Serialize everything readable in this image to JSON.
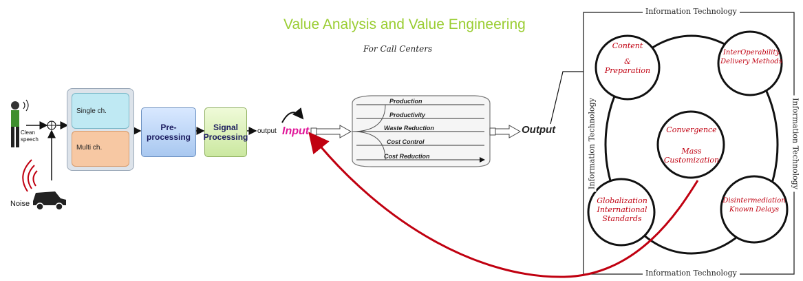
{
  "header": {
    "title": "Value Analysis and Value Engineering",
    "subtitle": "For Call Centers"
  },
  "left_flow": {
    "clean_speech_label": "Clean speech",
    "noise_label": "Noise",
    "single_channel_label": "Single ch.",
    "multi_channel_label": "Multi ch.",
    "preprocessing_label": "Pre-processing",
    "signal_processing_label": "Signal Processing",
    "output_label": "output",
    "input_label": "Input"
  },
  "funnel": {
    "rows": [
      "Production",
      "Productivity",
      "Waste Reduction",
      "Cost Control",
      "Cost Reduction"
    ],
    "output_label": "Output"
  },
  "it_frame": {
    "top_label": "Information Technology",
    "bottom_label": "Information Technology",
    "left_label": "Information Technology",
    "right_label": "Information Technology",
    "circles": {
      "content": [
        "Content",
        "&",
        "Preparation"
      ],
      "interop": [
        "InterOperability",
        "Delivery Methods"
      ],
      "center": [
        "Convergence",
        "Mass Customization"
      ],
      "global": [
        "Globalization",
        "International",
        "Standards"
      ],
      "disinter": [
        "Disintermediation",
        "Known Delays"
      ]
    }
  },
  "colors": {
    "title_green": "#9acd32",
    "accent_red": "#c00010",
    "single_fill": "#bfe9f3",
    "multi_fill": "#f7c8a3"
  }
}
